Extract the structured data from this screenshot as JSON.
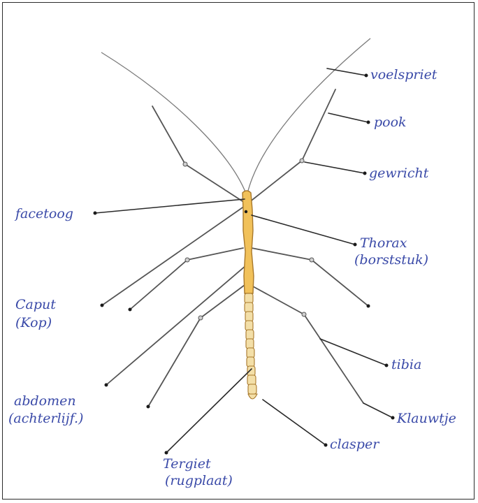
{
  "labels": {
    "voelspriet": "voelspriet",
    "pook": "pook",
    "gewricht": "gewricht",
    "facetoog": "facetoog",
    "thorax_1": "Thorax",
    "thorax_2": "(borststuk)",
    "caput_1": "Caput",
    "caput_2": "(Kop)",
    "tibia": "tibia",
    "abdomen_1": "abdomen",
    "abdomen_2": "(achterlijf.)",
    "klauwtje": "Klauwtje",
    "clasper": "clasper",
    "tergiet_1": "Tergiet",
    "tergiet_2": "(rugplaat)"
  },
  "colors": {
    "label_ink": "#3a4aa8",
    "body_fill": "#f1c15a",
    "body_stroke": "#a8782a",
    "abdomen_fill": "#f3dfa8",
    "line": "#2a2a2a"
  }
}
